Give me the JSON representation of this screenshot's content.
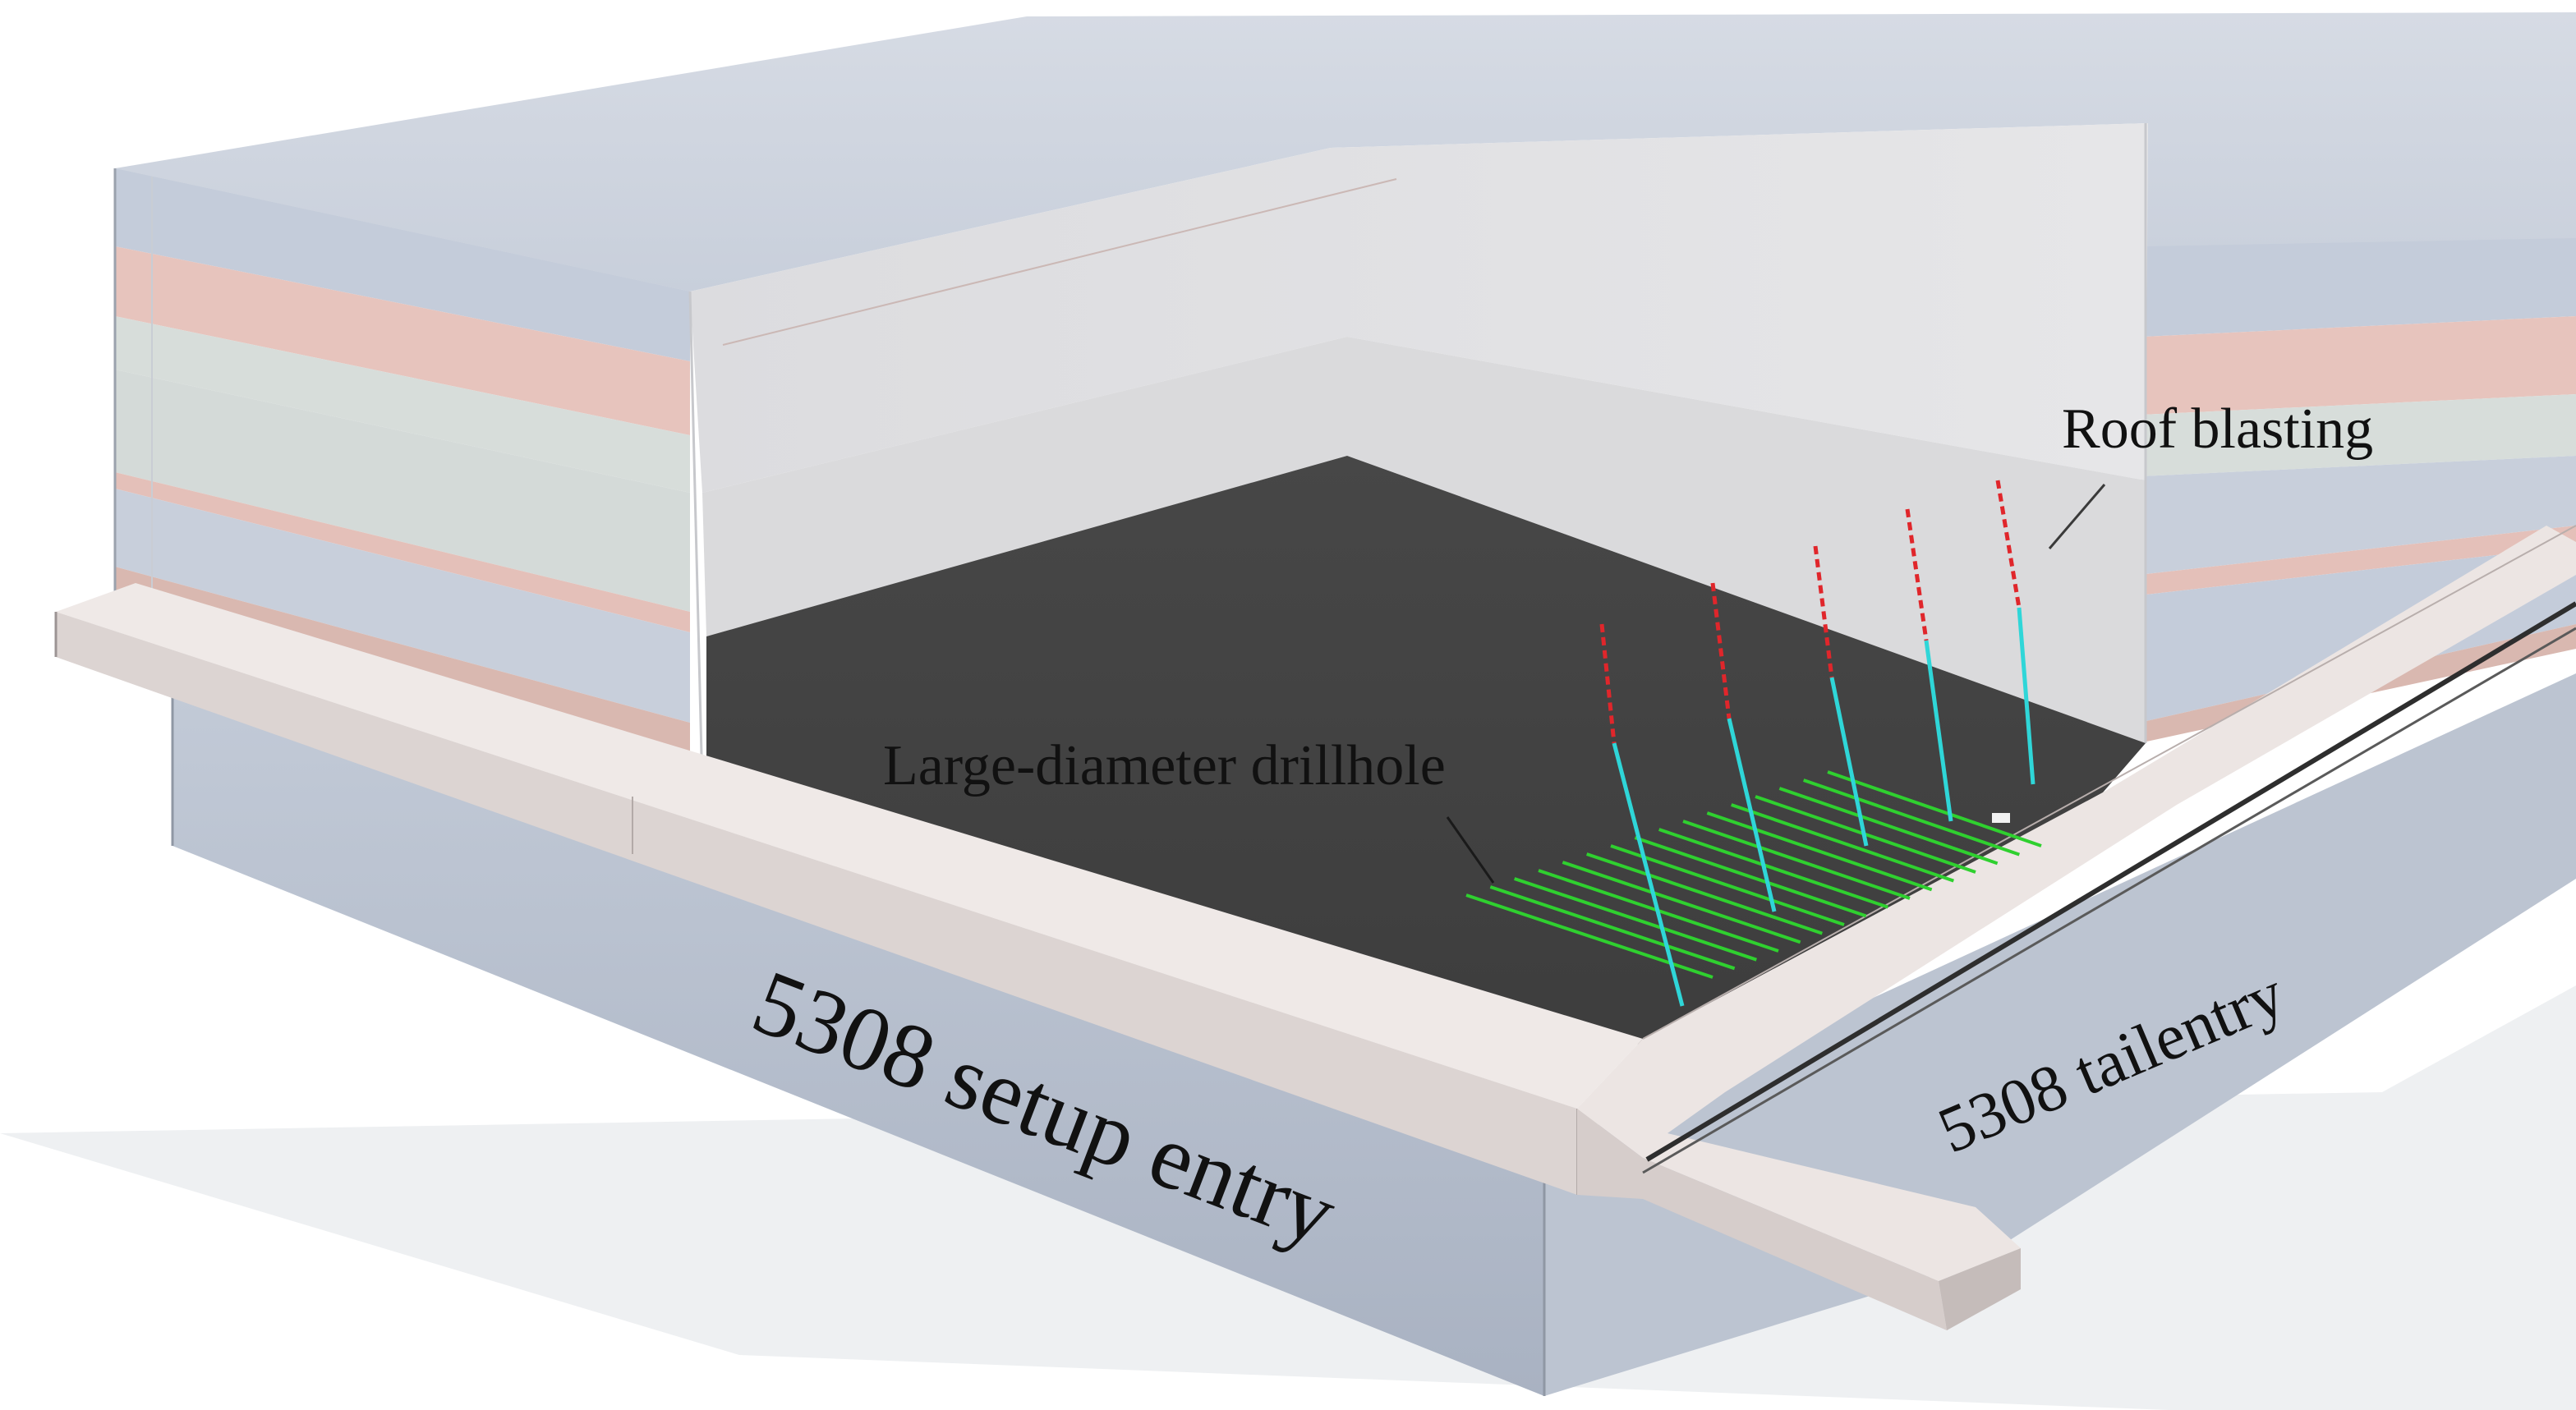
{
  "labels": {
    "roof_blasting": "Roof blasting",
    "large_diameter_drillhole": "Large-diameter drillhole",
    "setup_entry": "5308 setup entry",
    "tailentry": "5308 tailentry"
  },
  "colors": {
    "coal_floor": "#4a4a4a",
    "blast_segment": "#e0262b",
    "drillhole_segment": "#2fd6d8",
    "horizontal_drillhole": "#2fd02f",
    "stratum_blue": "#c4ccda",
    "stratum_pink": "#e7c4bd",
    "stratum_grey_green": "#d7ddda",
    "entry_roadway": "#ece6e4"
  }
}
